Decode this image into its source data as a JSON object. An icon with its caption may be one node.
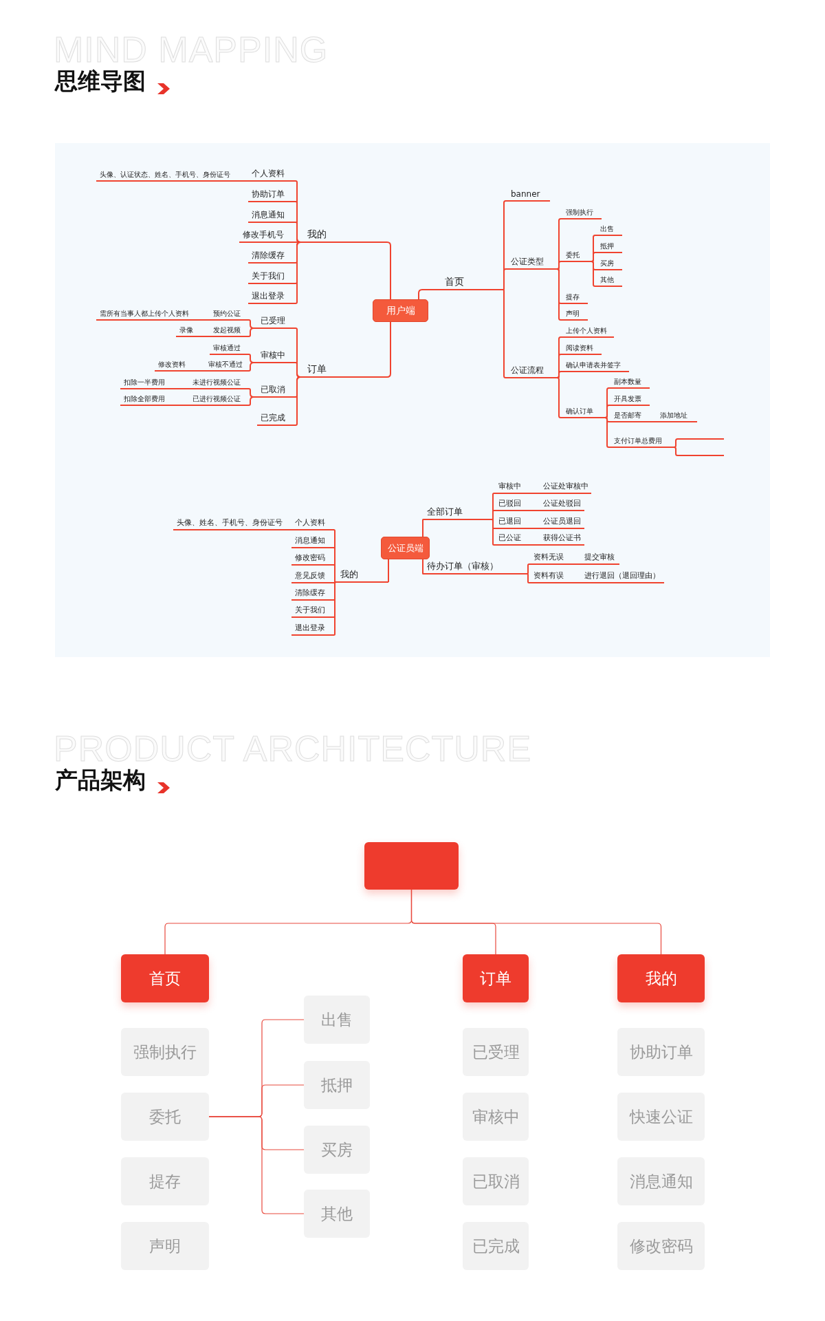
{
  "diagram": {
    "nodes": [
      {
        "text": [
          "用户端"
        ]
      },
      {
        "text": [
          "我的"
        ]
      },
      {
        "text": [
          "个人资料"
        ]
      },
      {
        "text": [
          "头像、认证状态、姓名、手机号、身份证号"
        ]
      },
      {
        "text": [
          "协助订单"
        ]
      },
      {
        "text": [
          "消息通知"
        ]
      },
      {
        "text": [
          "修改手机号"
        ]
      },
      {
        "text": [
          "清除缓存"
        ]
      },
      {
        "text": [
          "关于我们"
        ]
      },
      {
        "text": [
          "退出登录"
        ]
      },
      {
        "text": [
          "订单"
        ]
      },
      {
        "text": [
          "已受理"
        ]
      },
      {
        "text": [
          "预约公证"
        ]
      },
      {
        "text": [
          "需所有当事人都上传个人资料"
        ]
      },
      {
        "text": [
          "发起视频"
        ]
      },
      {
        "text": [
          "录像"
        ]
      },
      {
        "text": [
          "审核中"
        ]
      },
      {
        "text": [
          "审核通过"
        ]
      },
      {
        "text": [
          "审核不通过"
        ]
      },
      {
        "text": [
          "修改资料"
        ]
      },
      {
        "text": [
          "已取消"
        ]
      },
      {
        "text": [
          "未进行视频公证"
        ]
      },
      {
        "text": [
          "扣除一半费用"
        ]
      },
      {
        "text": [
          "已进行视频公证"
        ]
      },
      {
        "text": [
          "扣除全部费用"
        ]
      },
      {
        "text": [
          "已完成"
        ]
      },
      {
        "text": [
          "首页"
        ]
      },
      {
        "text": [
          "banner"
        ]
      },
      {
        "text": [
          "公证类型"
        ]
      },
      {
        "text": [
          "强制执行"
        ]
      },
      {
        "text": [
          "委托"
        ]
      },
      {
        "text": [
          "出售"
        ]
      },
      {
        "text": [
          "抵押"
        ]
      },
      {
        "text": [
          "买房"
        ]
      },
      {
        "text": [
          "其他"
        ]
      },
      {
        "text": [
          "提存"
        ]
      },
      {
        "text": [
          "声明"
        ]
      },
      {
        "text": [
          "公证流程"
        ]
      },
      {
        "text": [
          "上传个人资料"
        ]
      },
      {
        "text": [
          "阅读资料"
        ]
      },
      {
        "text": [
          "确认申请表并签字"
        ]
      },
      {
        "text": [
          "确认订单"
        ]
      },
      {
        "text": [
          "副本数量"
        ]
      },
      {
        "text": [
          "开具发票"
        ]
      },
      {
        "text": [
          "是否邮寄"
        ]
      },
      {
        "text": [
          "添加地址"
        ]
      },
      {
        "text": [
          "支付订单总费用"
        ]
      },
      {
        "text": [],
        "shape": "bar"
      },
      {
        "text": [],
        "shape": "bar"
      },
      {
        "text": [
          "公证员端"
        ]
      },
      {
        "text": [
          "我的"
        ]
      },
      {
        "text": [
          "个人资料"
        ]
      },
      {
        "text": [
          "头像、姓名、手机号、身份证号"
        ]
      },
      {
        "text": [
          "消息通知"
        ]
      },
      {
        "text": [
          "修改密码"
        ]
      },
      {
        "text": [
          "意见反馈"
        ]
      },
      {
        "text": [
          "清除缓存"
        ]
      },
      {
        "text": [
          "关于我们"
        ]
      },
      {
        "text": [
          "退出登录"
        ]
      },
      {
        "text": [
          "全部订单"
        ]
      },
      {
        "text": [
          "审核中"
        ]
      },
      {
        "text": [
          "公证处审核中"
        ]
      },
      {
        "text": [
          "已驳回"
        ]
      },
      {
        "text": [
          "公证处驳回"
        ]
      },
      {
        "text": [
          "已退回"
        ]
      },
      {
        "text": [
          "公证员退回"
        ]
      },
      {
        "text": [
          "已公证"
        ]
      },
      {
        "text": [
          "获得公证书"
        ]
      },
      {
        "text": [
          "待办订单（审核）"
        ]
      },
      {
        "text": [
          "资料无误"
        ]
      },
      {
        "text": [
          "提交审核"
        ]
      },
      {
        "text": [
          "资料有误"
        ]
      },
      {
        "text": [
          "进行退回（退回理由）"
        ]
      },
      {
        "text": [],
        "shape": "box"
      },
      {
        "text": [
          "首页"
        ]
      },
      {
        "text": [
          "强制执行"
        ]
      },
      {
        "text": [
          "委托"
        ]
      },
      {
        "text": [
          "提存"
        ]
      },
      {
        "text": [
          "声明"
        ]
      },
      {
        "text": [
          "出售"
        ]
      },
      {
        "text": [
          "抵押"
        ]
      },
      {
        "text": [
          "买房"
        ]
      },
      {
        "text": [
          "其他"
        ]
      },
      {
        "text": [
          "订单"
        ]
      },
      {
        "text": [
          "已受理"
        ]
      },
      {
        "text": [
          "审核中"
        ]
      },
      {
        "text": [
          "已取消"
        ]
      },
      {
        "text": [
          "已完成"
        ]
      },
      {
        "text": [
          "我的"
        ]
      },
      {
        "text": [
          "协助订单"
        ]
      },
      {
        "text": [
          "快速公证"
        ]
      },
      {
        "text": [
          "消息通知"
        ]
      },
      {
        "text": [
          "修改密码"
        ]
      }
    ],
    "edges": [
      {
        "from": 0,
        "to": 1,
        "arrow": "none"
      },
      {
        "from": 1,
        "to": 2,
        "arrow": "none"
      },
      {
        "from": 2,
        "to": 3,
        "arrow": "none"
      },
      {
        "from": 1,
        "to": 4,
        "arrow": "none"
      },
      {
        "from": 1,
        "to": 5,
        "arrow": "none"
      },
      {
        "from": 1,
        "to": 6,
        "arrow": "none"
      },
      {
        "from": 1,
        "to": 7,
        "arrow": "none"
      },
      {
        "from": 1,
        "to": 8,
        "arrow": "none"
      },
      {
        "from": 1,
        "to": 9,
        "arrow": "none"
      },
      {
        "from": 0,
        "to": 10,
        "arrow": "none"
      },
      {
        "from": 10,
        "to": 11,
        "arrow": "none"
      },
      {
        "from": 11,
        "to": 12,
        "arrow": "none"
      },
      {
        "from": 12,
        "to": 13,
        "arrow": "none"
      },
      {
        "from": 11,
        "to": 14,
        "arrow": "none"
      },
      {
        "from": 14,
        "to": 15,
        "arrow": "none"
      },
      {
        "from": 10,
        "to": 16,
        "arrow": "none"
      },
      {
        "from": 16,
        "to": 17,
        "arrow": "none"
      },
      {
        "from": 16,
        "to": 18,
        "arrow": "none"
      },
      {
        "from": 18,
        "to": 19,
        "arrow": "none"
      },
      {
        "from": 10,
        "to": 20,
        "arrow": "none"
      },
      {
        "from": 20,
        "to": 21,
        "arrow": "none"
      },
      {
        "from": 21,
        "to": 22,
        "arrow": "none"
      },
      {
        "from": 20,
        "to": 23,
        "arrow": "none"
      },
      {
        "from": 23,
        "to": 24,
        "arrow": "none"
      },
      {
        "from": 10,
        "to": 25,
        "arrow": "none"
      },
      {
        "from": 0,
        "to": 26,
        "arrow": "none"
      },
      {
        "from": 26,
        "to": 27,
        "arrow": "none"
      },
      {
        "from": 26,
        "to": 28,
        "arrow": "none"
      },
      {
        "from": 28,
        "to": 29,
        "arrow": "none"
      },
      {
        "from": 28,
        "to": 30,
        "arrow": "none"
      },
      {
        "from": 30,
        "to": 31,
        "arrow": "none"
      },
      {
        "from": 30,
        "to": 32,
        "arrow": "none"
      },
      {
        "from": 30,
        "to": 33,
        "arrow": "none"
      },
      {
        "from": 30,
        "to": 34,
        "arrow": "none"
      },
      {
        "from": 28,
        "to": 35,
        "arrow": "none"
      },
      {
        "from": 28,
        "to": 36,
        "arrow": "none"
      },
      {
        "from": 26,
        "to": 37,
        "arrow": "none"
      },
      {
        "from": 37,
        "to": 38,
        "arrow": "none"
      },
      {
        "from": 37,
        "to": 39,
        "arrow": "none"
      },
      {
        "from": 37,
        "to": 40,
        "arrow": "none"
      },
      {
        "from": 37,
        "to": 41,
        "arrow": "none"
      },
      {
        "from": 41,
        "to": 42,
        "arrow": "none"
      },
      {
        "from": 41,
        "to": 43,
        "arrow": "none"
      },
      {
        "from": 41,
        "to": 44,
        "arrow": "none"
      },
      {
        "from": 44,
        "to": 45,
        "arrow": "none"
      },
      {
        "from": 41,
        "to": 46,
        "arrow": "none"
      },
      {
        "from": 46,
        "to": 47,
        "arrow": "none"
      },
      {
        "from": 46,
        "to": 48,
        "arrow": "none"
      },
      {
        "from": 49,
        "to": 50,
        "arrow": "none"
      },
      {
        "from": 50,
        "to": 51,
        "arrow": "none"
      },
      {
        "from": 51,
        "to": 52,
        "arrow": "none"
      },
      {
        "from": 50,
        "to": 53,
        "arrow": "none"
      },
      {
        "from": 50,
        "to": 54,
        "arrow": "none"
      },
      {
        "from": 50,
        "to": 55,
        "arrow": "none"
      },
      {
        "from": 50,
        "to": 56,
        "arrow": "none"
      },
      {
        "from": 50,
        "to": 57,
        "arrow": "none"
      },
      {
        "from": 50,
        "to": 58,
        "arrow": "none"
      },
      {
        "from": 49,
        "to": 59,
        "arrow": "none"
      },
      {
        "from": 59,
        "to": 60,
        "arrow": "none"
      },
      {
        "from": 60,
        "to": 61,
        "arrow": "none"
      },
      {
        "from": 59,
        "to": 62,
        "arrow": "none"
      },
      {
        "from": 62,
        "to": 63,
        "arrow": "none"
      },
      {
        "from": 59,
        "to": 64,
        "arrow": "none"
      },
      {
        "from": 64,
        "to": 65,
        "arrow": "none"
      },
      {
        "from": 59,
        "to": 66,
        "arrow": "none"
      },
      {
        "from": 66,
        "to": 67,
        "arrow": "none"
      },
      {
        "from": 49,
        "to": 68,
        "arrow": "none"
      },
      {
        "from": 68,
        "to": 69,
        "arrow": "none"
      },
      {
        "from": 69,
        "to": 70,
        "arrow": "none"
      },
      {
        "from": 68,
        "to": 71,
        "arrow": "none"
      },
      {
        "from": 71,
        "to": 72,
        "arrow": "none"
      },
      {
        "from": 73,
        "to": 74,
        "arrow": "none"
      },
      {
        "from": 73,
        "to": 83,
        "arrow": "none"
      },
      {
        "from": 73,
        "to": 88,
        "arrow": "none"
      },
      {
        "from": 76,
        "to": 79,
        "arrow": "none"
      },
      {
        "from": 76,
        "to": 80,
        "arrow": "none"
      },
      {
        "from": 76,
        "to": 81,
        "arrow": "none"
      },
      {
        "from": 76,
        "to": 82,
        "arrow": "none"
      }
    ],
    "labels": [
      "MIND MAPPING",
      "思维导图",
      "PRODUCT ARCHITECTURE",
      "产品架构"
    ]
  }
}
